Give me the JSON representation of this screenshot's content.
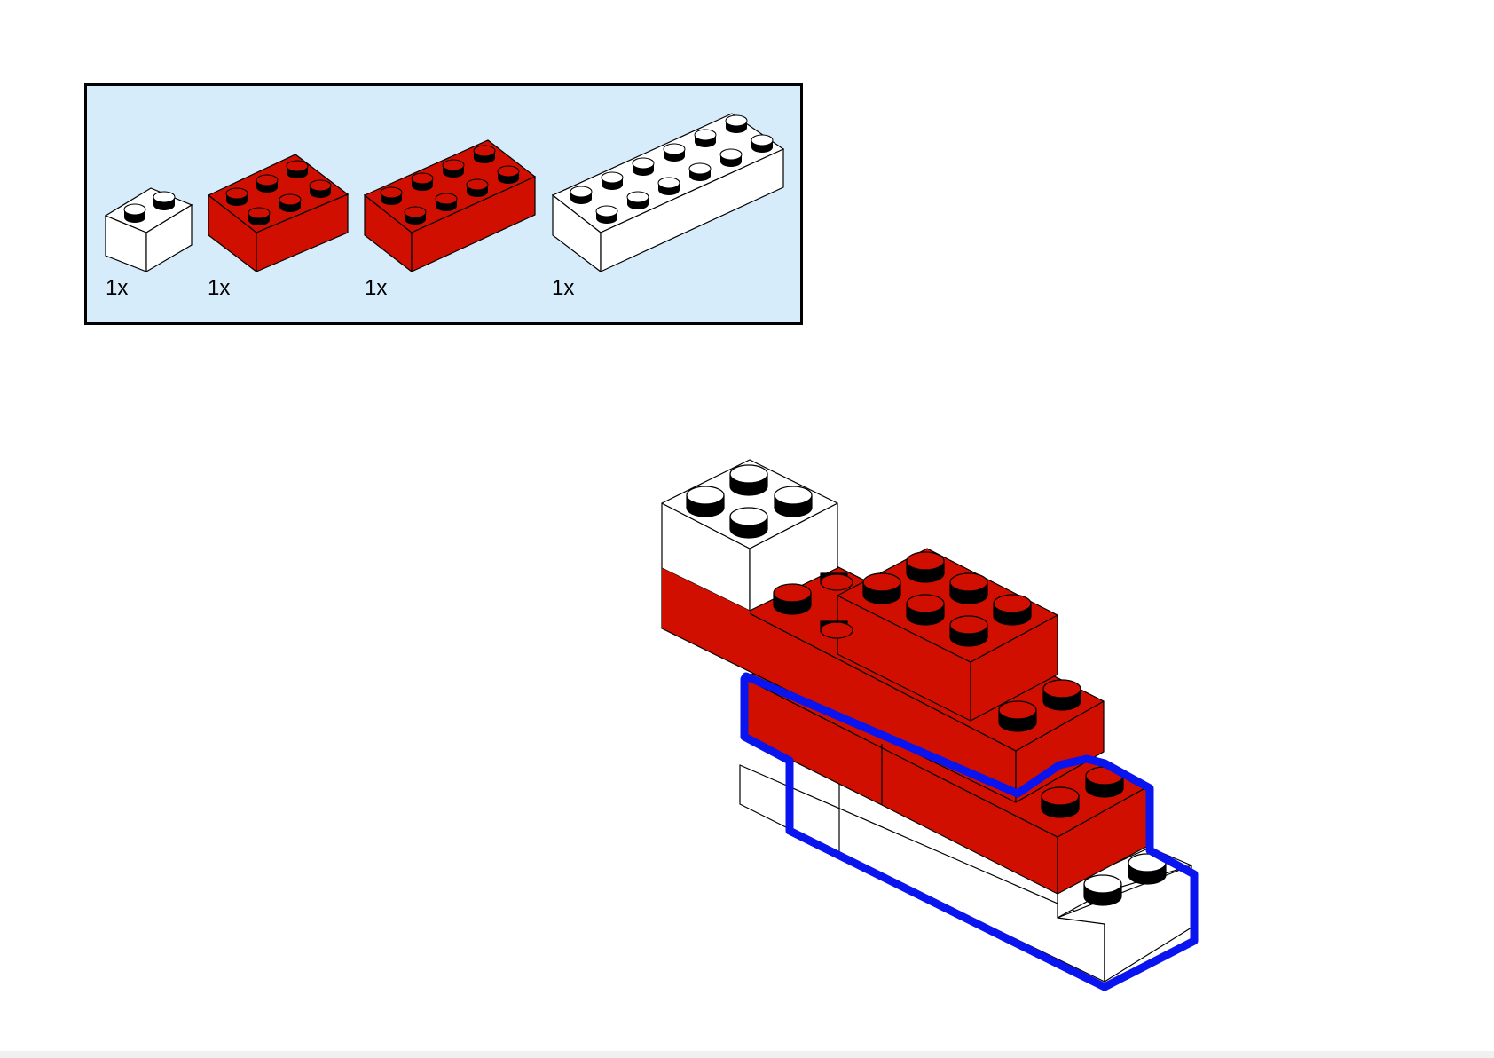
{
  "colors": {
    "panel_bg": "#d6ecfa",
    "brick_red": "#d10f00",
    "brick_white": "#ffffff",
    "outline": "#000000",
    "highlight": "#0a14ee",
    "bottom_bar": "#f0f0f0"
  },
  "parts_list": [
    {
      "part": "brick-1x2",
      "color": "white",
      "quantity": "1x"
    },
    {
      "part": "brick-2x3",
      "color": "red",
      "quantity": "1x"
    },
    {
      "part": "brick-2x4",
      "color": "red",
      "quantity": "1x"
    },
    {
      "part": "brick-2x6",
      "color": "white",
      "quantity": "1x"
    }
  ],
  "assembly": {
    "highlighted_new_parts": true,
    "highlight_color": "blue"
  }
}
